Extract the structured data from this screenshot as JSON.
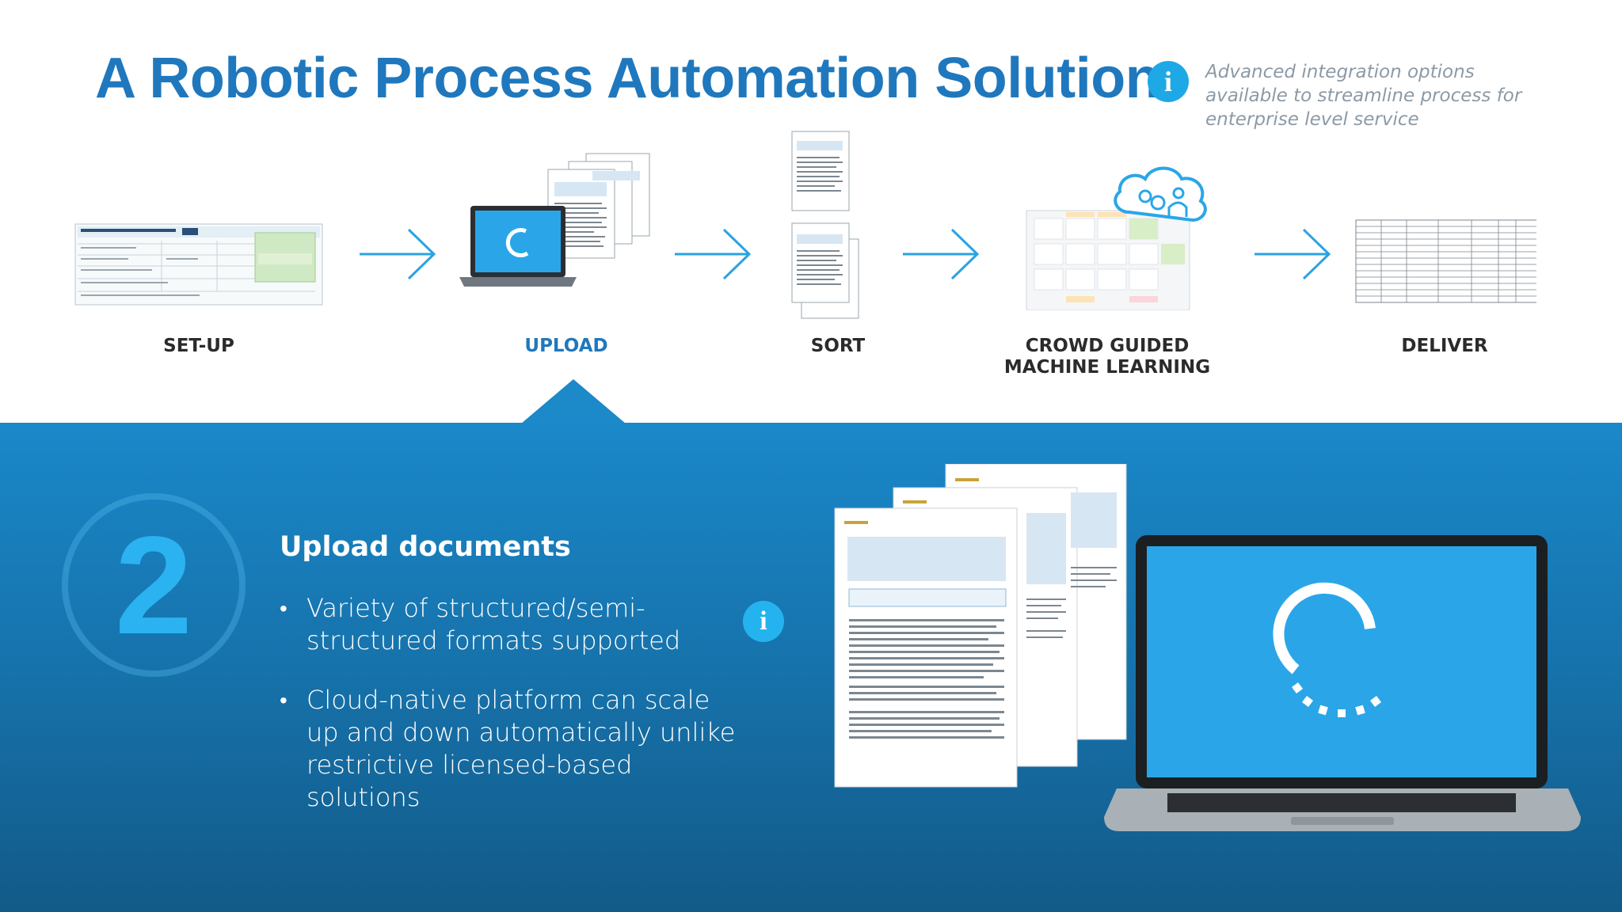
{
  "title": "A Robotic Process Automation Solution",
  "info_note": "Advanced integration options available to streamline process for enterprise level service",
  "steps": [
    {
      "label": "SET-UP",
      "active": false
    },
    {
      "label": "UPLOAD",
      "active": true
    },
    {
      "label": "SORT",
      "active": false
    },
    {
      "label": "CROWD GUIDED\nMACHINE LEARNING",
      "active": false
    },
    {
      "label": "DELIVER",
      "active": false
    }
  ],
  "detail": {
    "step_number": "2",
    "heading": "Upload documents",
    "bullets": [
      "Variety of structured/semi-structured formats supported",
      "Cloud-native platform can scale up and down automatically unlike restrictive licensed-based solutions"
    ]
  },
  "colors": {
    "title_blue": "#1f78bd",
    "accent_cyan": "#1fa8e6",
    "panel_blue": "#1a88c9",
    "laptop_screen": "#2aa6e8"
  },
  "icons": [
    "info-icon",
    "arrow-right-icon",
    "loading-spinner-icon",
    "cloud-gears-users-icon"
  ]
}
